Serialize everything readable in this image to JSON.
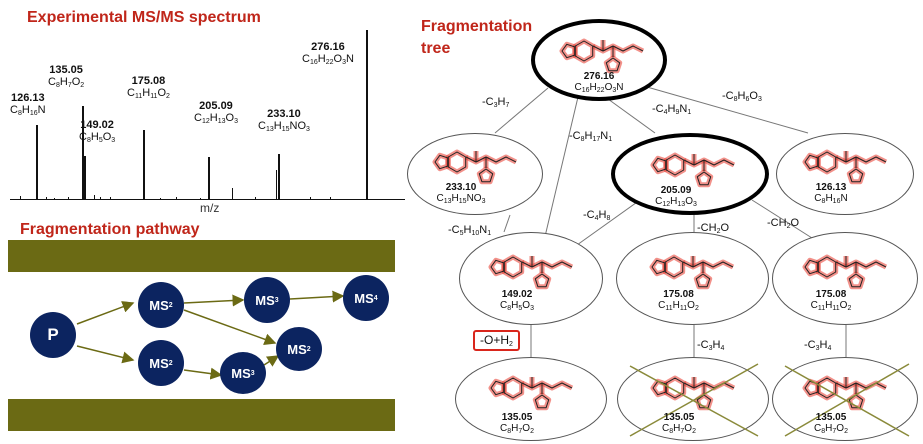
{
  "spectrum": {
    "title": "Experimental MS/MS spectrum",
    "xlabel": "m/z",
    "peaks": [
      {
        "mz": "126.13",
        "formula_html": "C<sub>8</sub>H<sub>16</sub>N",
        "rel": 0.44
      },
      {
        "mz": "135.05",
        "formula_html": "C<sub>8</sub>H<sub>7</sub>O<sub>2</sub>",
        "rel": 0.55
      },
      {
        "mz": "149.02",
        "formula_html": "C<sub>8</sub>H<sub>5</sub>O<sub>3</sub>",
        "rel": 0.26
      },
      {
        "mz": "175.08",
        "formula_html": "C<sub>11</sub>H<sub>11</sub>O<sub>2</sub>",
        "rel": 0.41
      },
      {
        "mz": "205.09",
        "formula_html": "C<sub>12</sub>H<sub>13</sub>O<sub>3</sub>",
        "rel": 0.25
      },
      {
        "mz": "233.10",
        "formula_html": "C<sub>13</sub>H<sub>15</sub>NO<sub>3</sub>",
        "rel": 0.27
      },
      {
        "mz": "276.16",
        "formula_html": "C<sub>16</sub>H<sub>22</sub>O<sub>3</sub>N",
        "rel": 1.0
      }
    ]
  },
  "pathway": {
    "title": "Fragmentation pathway",
    "nodes": {
      "p": "P",
      "ms2a_html": "MS<sup>2</sup>",
      "ms2b_html": "MS<sup>2</sup>",
      "ms2c_html": "MS<sup>2</sup>",
      "ms3a_html": "MS<sup>3</sup>",
      "ms3b_html": "MS<sup>3</sup>",
      "ms4_html": "MS<sup>4</sup>"
    },
    "colors": {
      "node": "#0c2460",
      "arrow": "#6b6a14",
      "band": "#6b6a14"
    }
  },
  "tree": {
    "title_line1": "Fragmentation",
    "title_line2": "tree",
    "fragments": {
      "root": {
        "mz": "276.16",
        "formula_html": "C<sub>16</sub>H<sub>22</sub>O<sub>3</sub>N"
      },
      "f233": {
        "mz": "233.10",
        "formula_html": "C<sub>13</sub>H<sub>15</sub>NO<sub>3</sub>"
      },
      "f205": {
        "mz": "205.09",
        "formula_html": "C<sub>12</sub>H<sub>13</sub>O<sub>3</sub>"
      },
      "f126": {
        "mz": "126.13",
        "formula_html": "C<sub>8</sub>H<sub>16</sub>N"
      },
      "f149": {
        "mz": "149.02",
        "formula_html": "C<sub>8</sub>H<sub>5</sub>O<sub>3</sub>"
      },
      "f175a": {
        "mz": "175.08",
        "formula_html": "C<sub>11</sub>H<sub>11</sub>O<sub>2</sub>"
      },
      "f175b": {
        "mz": "175.08",
        "formula_html": "C<sub>11</sub>H<sub>11</sub>O<sub>2</sub>"
      },
      "f135a": {
        "mz": "135.05",
        "formula_html": "C<sub>8</sub>H<sub>7</sub>O<sub>2</sub>"
      },
      "f135b": {
        "mz": "135.05",
        "formula_html": "C<sub>8</sub>H<sub>7</sub>O<sub>2</sub>"
      },
      "f135c": {
        "mz": "135.05",
        "formula_html": "C<sub>8</sub>H<sub>7</sub>O<sub>2</sub>"
      }
    },
    "losses": {
      "c3h7_html": "-C<sub>3</sub>H<sub>7</sub>",
      "c4h9n1_html": "-C<sub>4</sub>H<sub>9</sub>N<sub>1</sub>",
      "c8h6o3_html": "-C<sub>8</sub>H<sub>6</sub>O<sub>3</sub>",
      "c8h17n1_html": "-C<sub>8</sub>H<sub>17</sub>N<sub>1</sub>",
      "c5h10n1_html": "-C<sub>5</sub>H<sub>10</sub>N<sub>1</sub>",
      "c4h8_html": "-C<sub>4</sub>H<sub>8</sub>",
      "ch2o_a": "-CH2O",
      "ch2o_a_html": "-CH<sub>2</sub>O",
      "ch2o_b_html": "-CH<sub>2</sub>O",
      "o_h2_html": "-O+H<sub>2</sub>",
      "c3h4_a_html": "-C<sub>3</sub>H<sub>4</sub>",
      "c3h4_b_html": "-C<sub>3</sub>H<sub>4</sub>"
    },
    "colors": {
      "highlight": "#e8362a",
      "box": "#d9261c",
      "cross": "#8a8a3a"
    }
  }
}
